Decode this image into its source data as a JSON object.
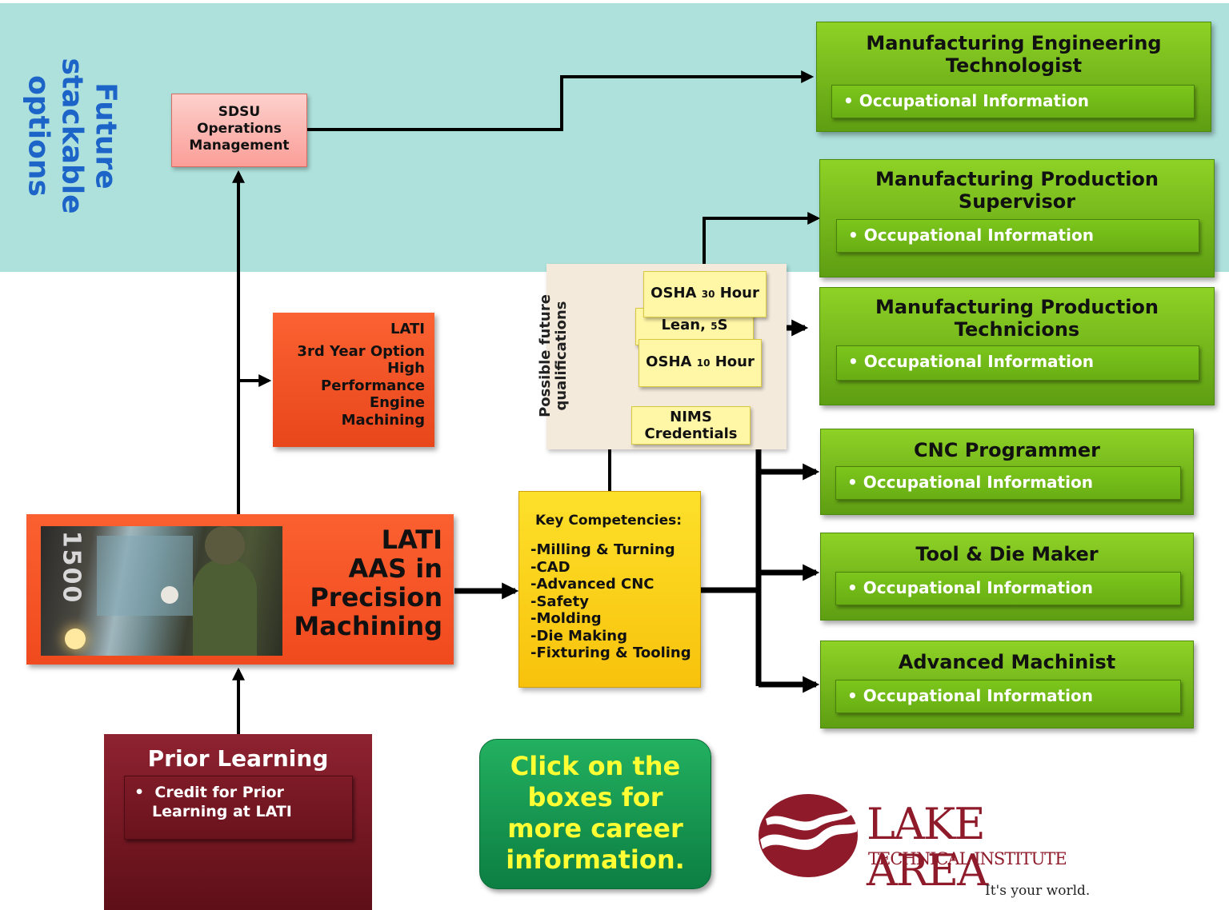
{
  "band_label": [
    "Future",
    "stackable",
    "options"
  ],
  "sdsu": {
    "lines": [
      "SDSU",
      "Operations",
      "Management"
    ]
  },
  "lati_option": {
    "lines": [
      "LATI",
      "3rd Year Option",
      "High",
      "Performance",
      "Engine",
      "Machining"
    ]
  },
  "aas": {
    "lines": [
      "LATI",
      "AAS in",
      "Precision",
      "Machining"
    ],
    "photo_text": "1500"
  },
  "prior": {
    "title": "Prior Learning",
    "bullet": "Credit for Prior Learning at LATI"
  },
  "key": {
    "title": "Key Competencies:",
    "items": [
      "-Milling & Turning",
      "-CAD",
      "-Advanced CNC",
      "-Safety",
      "-Molding",
      "-Die Making",
      "-Fixturing & Tooling"
    ]
  },
  "qualifications": {
    "label": [
      "Possible future",
      "qualifications"
    ],
    "osha30": {
      "main": "OSHA",
      "num": "30",
      "tail": "Hour"
    },
    "lean": {
      "main": "Lean,",
      "num": "5",
      "tail": "S"
    },
    "osha10": {
      "main": "OSHA",
      "num": "10",
      "tail": "Hour"
    },
    "nims": [
      "NIMS",
      "Credentials"
    ]
  },
  "careers": [
    {
      "title_lines": [
        "Manufacturing Engineering",
        "Technologist"
      ],
      "info": "Occupational Information"
    },
    {
      "title_lines": [
        "Manufacturing Production",
        "Supervisor"
      ],
      "info": "Occupational Information"
    },
    {
      "title_lines": [
        "Manufacturing Production",
        "Technicions"
      ],
      "info": "Occupational Information"
    },
    {
      "title_lines": [
        "CNC Programmer"
      ],
      "info": "Occupational Information"
    },
    {
      "title_lines": [
        "Tool & Die Maker"
      ],
      "info": "Occupational Information"
    },
    {
      "title_lines": [
        "Advanced Machinist"
      ],
      "info": "Occupational Information"
    }
  ],
  "click_box": {
    "lines": [
      "Click on the",
      "boxes for",
      "more career",
      "information."
    ]
  },
  "logo": {
    "line1": "LAKE AREA",
    "line2": "TECHNICAL INSTITUTE",
    "tagline": "It's your world."
  },
  "colors": {
    "band": "#aee1dc",
    "career_green": "#7cc61c",
    "aas_orange": "#fa5a28",
    "prior_maroon": "#7d1a24",
    "key_yellow": "#fcd316",
    "sdsu_pink": "#fcb4b0",
    "click_green": "#0f9550",
    "click_text": "#ffff33",
    "band_text": "#1d64c8"
  }
}
